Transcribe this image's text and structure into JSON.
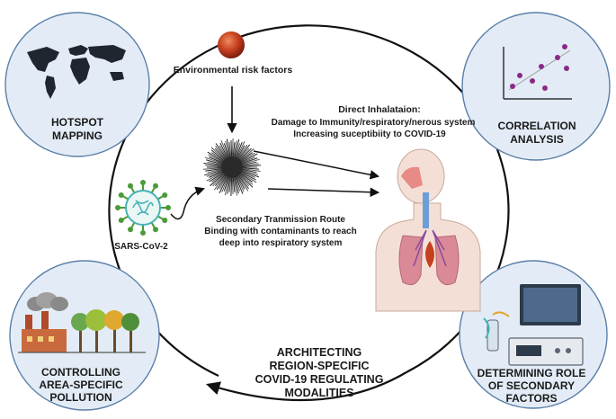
{
  "env_risk": "Environmental risk factors",
  "direct": {
    "title": "Direct Inhalataion:",
    "line1": "Damage to Immunity/respiratory/nerous system",
    "line2": "Increasing suceptibiity to COVID-19"
  },
  "secondary": {
    "title": "Secondary Tranmission Route",
    "line1": "Binding with contaminants to reach",
    "line2": "deep into respiratory system"
  },
  "virus_label": "SARS-CoV-2",
  "corners": {
    "hotspot": [
      "HOTSPOT",
      "MAPPING"
    ],
    "correlation": [
      "CORRELATION",
      "ANALYSIS"
    ],
    "controlling": [
      "CONTROLLING",
      "AREA-SPECIFIC",
      "POLLUTION"
    ],
    "determining": [
      "DETERMINING ROLE",
      "OF SECONDARY",
      "FACTORS"
    ]
  },
  "center_bottom": [
    "ARCHITECTING",
    "REGION-SPECIFIC",
    "COVID-19 REGULATING",
    "MODALITIES"
  ],
  "colors": {
    "circle_fill": "#e3ecf6",
    "circle_stroke": "#5b7fa8",
    "red_sphere": "#c6401f",
    "virus_green": "#4a9a3a",
    "virus_teal": "#47b3b9",
    "scatter_dot": "#8a2a85",
    "lung": "#d98a96"
  }
}
